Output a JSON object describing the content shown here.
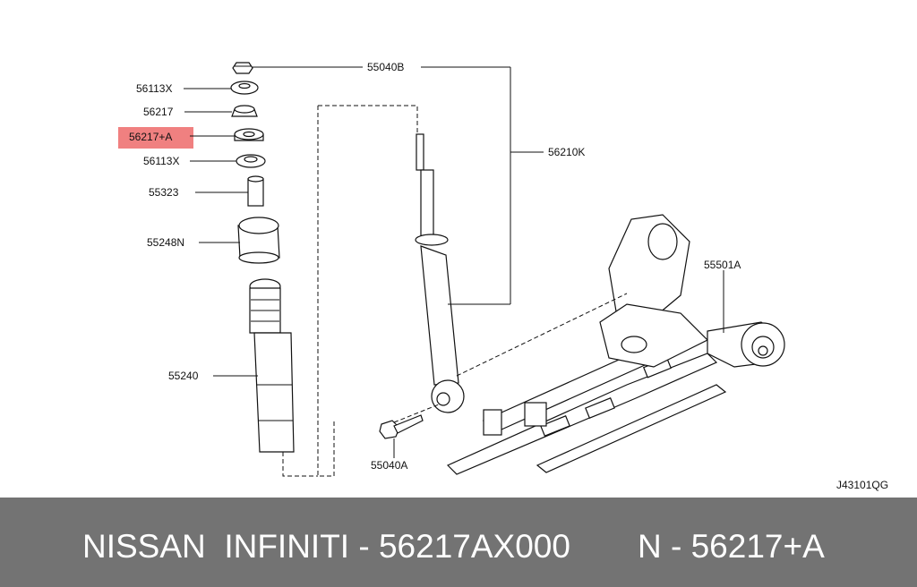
{
  "diagram": {
    "callouts": {
      "c55040B": "55040B",
      "c56113X_top": "56113X",
      "c56217": "56217",
      "c56217A": "56217+A",
      "c56113X_bot": "56113X",
      "c55323": "55323",
      "c55248N": "55248N",
      "c55240": "55240",
      "c56210K": "56210K",
      "c55501A": "55501A",
      "c55040A": "55040A"
    },
    "drawing_code": "J43101QG",
    "highlight_color": "#f08080"
  },
  "footer": {
    "left_text": "NISSAN  INFINITI - 56217AX000",
    "right_text": "N - 56217+A",
    "background": "#737373"
  }
}
